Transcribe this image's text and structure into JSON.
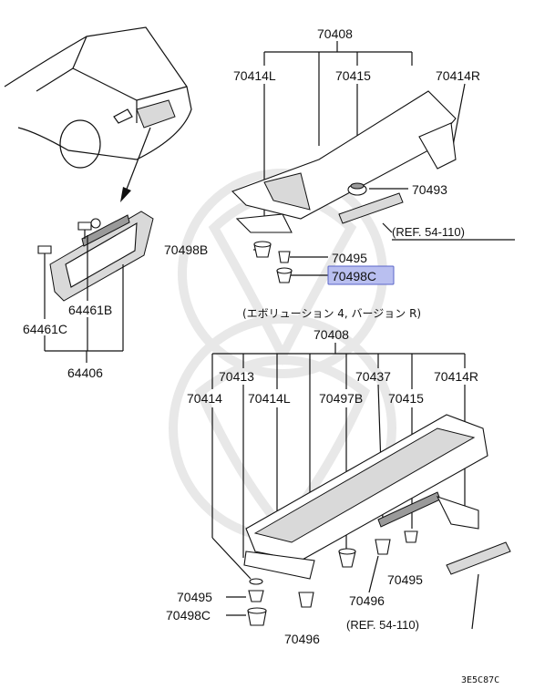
{
  "labels": {
    "l_70408_top": "70408",
    "l_70414L_top": "70414L",
    "l_70415_top": "70415",
    "l_70414R_top": "70414R",
    "l_70493": "70493",
    "l_ref_top": "(REF. 54-110)",
    "l_70498B": "70498B",
    "l_70495_top": "70495",
    "l_70498C_top": "70498C",
    "l_64461B": "64461B",
    "l_64461C": "64461C",
    "l_64406": "64406",
    "l_note": "(エボリューション 4, バージョン R)",
    "l_70408_bot": "70408",
    "l_70413": "70413",
    "l_70437": "70437",
    "l_70414R_bot": "70414R",
    "l_70414": "70414",
    "l_70414L_bot": "70414L",
    "l_70497B": "70497B",
    "l_70415_bot": "70415",
    "l_70495_right": "70495",
    "l_70496_right": "70496",
    "l_70495_left": "70495",
    "l_70498C_left": "70498C",
    "l_70496_bot": "70496",
    "l_ref_bot": "(REF. 54-110)",
    "l_code": "3E5C87C"
  },
  "highlight_color": "#b9bff0",
  "highlight_border": "#5a66c8"
}
